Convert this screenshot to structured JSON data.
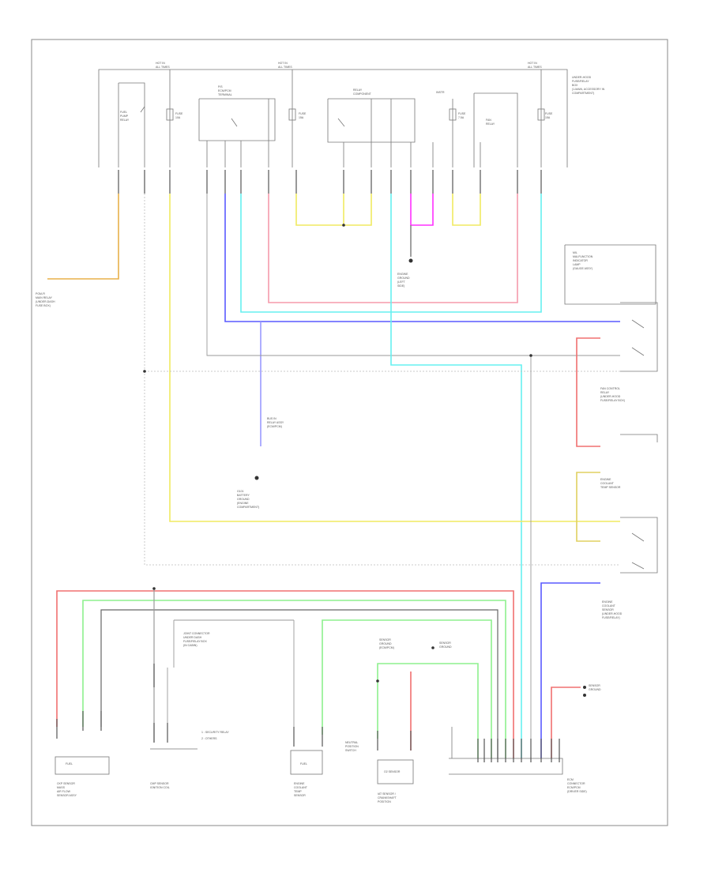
{
  "diagram": {
    "page_ref": "",
    "wire_colors": {
      "yellow": "#f7f07a",
      "orange": "#e8b04a",
      "blue": "#5a5aff",
      "cyan": "#66f0f0",
      "pink": "#f59aac",
      "magenta": "#ff30ff",
      "red": "#f07070",
      "green": "#8ef08e",
      "gray": "#9a9a9a",
      "black": "#333333"
    },
    "labels": {
      "hot_left": "HOT IN\nALL TIMES",
      "hot_mid": "HOT IN\nALL TIMES",
      "hot_right": "HOT IN\nALL TIMES",
      "hot_right_note": "UNDER-HOOD\nFUSE/RELAY\nBOX\n(1-MAIN, ACCESSORY IN\nCOMPARTMENT)",
      "left_relay": "FUEL\nPUMP\nRELAY",
      "left_fuse": "FUSE\n10A",
      "group1_title": "P/S\nECM/PCM\nTERMINAL",
      "group2_title": "RELAY\nCOMPONENT",
      "group2_relay": "FAN\nRELAY",
      "group3_fuse": "FUSE\n15A",
      "group3_relay": "FUSE\n7.5A",
      "group3_relay2": "FUSE\n15A",
      "dash_label": "INSTR",
      "lower_left_box": "PGM-FI\nMAIN RELAY\n(UNDER-DASH\nFUSE BOX)",
      "engine_ground": "ENGINE\nGROUND\n(LEFT\nSIDE)",
      "mil_box": "MIL\nMALFUNCTION\nINDICATOR\nLAMP\n(GAUGE ASSY)",
      "right_switch_a": "FAN CONTROL\nRELAY\n(UNDER-HOOD\nFUSE/RELAY BOX)",
      "right_sensor": "ENGINE\nCOOLANT\nTEMP SENSOR",
      "right_switch_b": "ENGINE\nCOOLANT\nSENSOR\n(UNDER-HOOD\nFUSE/RELAY)",
      "center_ground": "G101\nBATTERY\nGROUND\n(ENGINE\nCOMPARTMENT)",
      "midline_label": "BUS IN\nRELAY ASSY\n(ECM/PCM)",
      "joint_box": "JOINT CONNECTOR\nUNDER DASH\nFUSE/RELAY BOX\n(IN CABIN)",
      "left_note_a": "1 : SECURITY RELAY",
      "left_note_b": "2 : OTHERS",
      "sensor_mid_a": "SENSOR\nGROUND\n(ECM/PCM)",
      "sensor_mid_b": "SENSOR\nGROUND",
      "center_block_label": "NEUTRAL\nPOSITION\nSWITCH",
      "lower_c1": "FUEL",
      "lower_c2": "FUEL",
      "lower_c3": "O2 SENSOR",
      "bl_1": "CKP SENSOR\nMASS\nAIR FLOW\nSENSOR ASSY",
      "bl_2": "CMP SENSOR\nIGNITION COIL",
      "bl_3": "ENGINE\nCOOLANT\nTEMP\nSENSOR",
      "bl_4": "IAT SENSOR /\nCRANKSHAFT\nPOSITION",
      "bl_right": "ECM\nCONNECTOR\nECM/PCM\n(DRIVER SIDE)",
      "sensor_side": "SENSOR\nGROUND",
      "right_ground": "SENSOR\nGROUND"
    }
  }
}
